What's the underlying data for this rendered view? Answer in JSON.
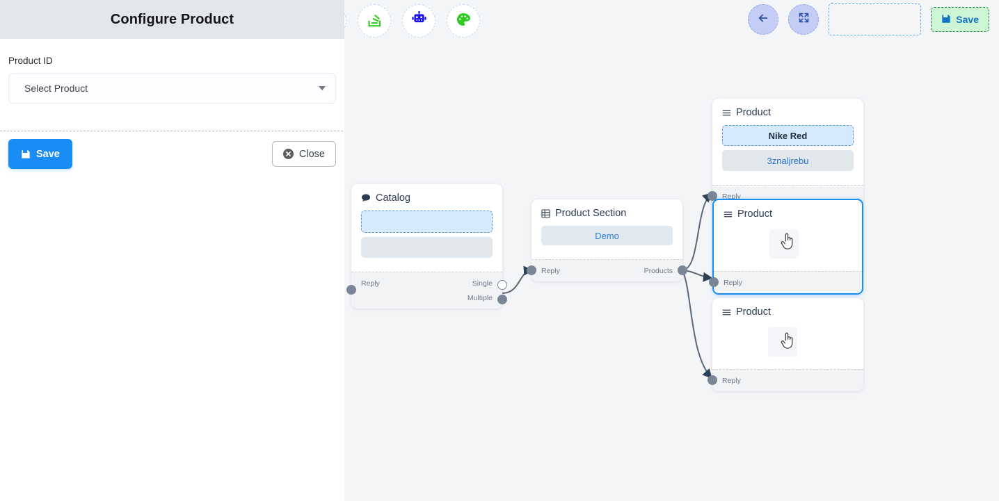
{
  "panel": {
    "title": "Configure Product",
    "field_label": "Product ID",
    "select": {
      "value": "Select Product",
      "caret_icon": "chevron-down-icon"
    },
    "save_label": "Save",
    "close_label": "Close",
    "save_icon": "save-icon",
    "close_icon": "close-circle-icon",
    "colors": {
      "header_bg": "#e2e5e9",
      "save_bg": "#1a8cf5"
    }
  },
  "toolbar": {
    "left_tools": [
      {
        "name": "stack-overflow-icon",
        "color": "#2ecc1e"
      },
      {
        "name": "robot-icon",
        "color": "#1b11f0"
      },
      {
        "name": "palette-icon",
        "color": "#2ecc1e"
      }
    ],
    "right": {
      "back_icon": "arrow-left-icon",
      "collapse_icon": "collapse-arrows-icon",
      "placeholder_slot": "",
      "save_label": "Save",
      "save_icon": "save-icon",
      "save_bg": "#ccf5d6",
      "save_text_color": "#1273c4"
    }
  },
  "canvas": {
    "background": "#f4f5f7",
    "nodes": [
      {
        "id": "catalog",
        "title": "Catalog",
        "icon": "chat-bubble-icon",
        "items": [
          {
            "label": "",
            "style": "empty-blue"
          },
          {
            "label": "",
            "style": "gray-blank"
          }
        ],
        "ports_in": [
          {
            "label": "Reply"
          }
        ],
        "ports_out": [
          {
            "label": "Single"
          },
          {
            "label": "Multiple"
          }
        ]
      },
      {
        "id": "product-section",
        "title": "Product Section",
        "icon": "grid-icon",
        "items": [
          {
            "label": "Demo",
            "style": "demo"
          }
        ],
        "ports_in": [
          {
            "label": "Reply"
          }
        ],
        "ports_out": [
          {
            "label": "Products"
          }
        ]
      },
      {
        "id": "product-1",
        "title": "Product",
        "icon": "list-icon",
        "items": [
          {
            "label": "Nike Red",
            "style": "dashed-blue"
          },
          {
            "label": "3znaljrebu",
            "style": "gray"
          }
        ],
        "ports_in": [
          {
            "label": "Reply"
          }
        ],
        "ports_out": [],
        "selected": false
      },
      {
        "id": "product-2",
        "title": "Product",
        "icon": "list-icon",
        "items": [],
        "ports_in": [
          {
            "label": "Reply"
          }
        ],
        "ports_out": [],
        "selected": true
      },
      {
        "id": "product-3",
        "title": "Product",
        "icon": "list-icon",
        "items": [],
        "ports_in": [
          {
            "label": "Reply"
          }
        ],
        "ports_out": [],
        "selected": false
      }
    ]
  }
}
